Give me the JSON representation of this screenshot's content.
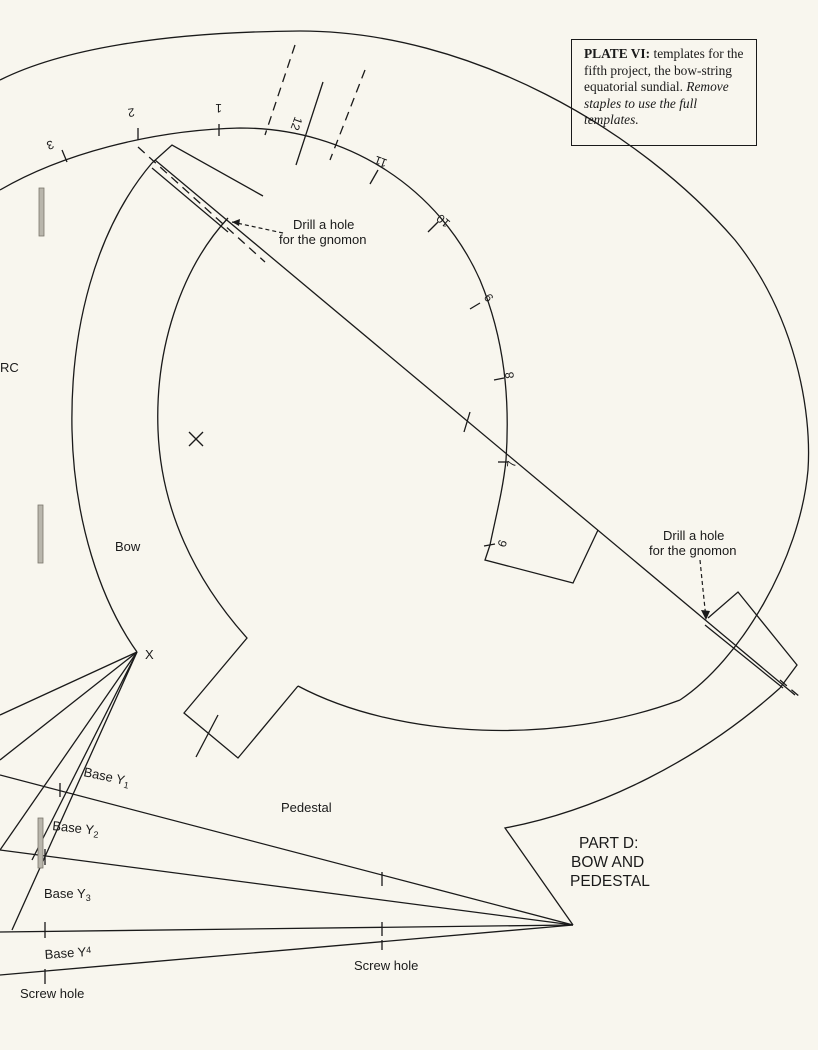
{
  "plate": {
    "title": "PLATE VI:",
    "text": "templates for the fifth project, the bow-string equatorial sundial.",
    "note": "Remove staples to use the full templates."
  },
  "labels": {
    "drill_hole_1": [
      "Drill a hole",
      "for the gnomon"
    ],
    "drill_hole_2": [
      "Drill a hole",
      "for the gnomon"
    ],
    "bow": "Bow",
    "pedestal": "Pedestal",
    "x_mark": "X",
    "arc_fragment": "RC",
    "base_y1": "Base Y",
    "base_y1_sub": "1",
    "base_y2": "Base Y",
    "base_y2_sub": "2",
    "base_y3": "Base Y",
    "base_y3_sub": "3",
    "base_y4": "Base Y",
    "base_y4_sub": "4",
    "screw_hole_1": "Screw hole",
    "screw_hole_2": "Screw hole",
    "part_d": [
      "PART D:",
      "BOW AND",
      "PEDESTAL"
    ]
  },
  "hour_marks": [
    "3",
    "2",
    "1",
    "12",
    "11",
    "10",
    "9",
    "8",
    "7",
    "6"
  ]
}
